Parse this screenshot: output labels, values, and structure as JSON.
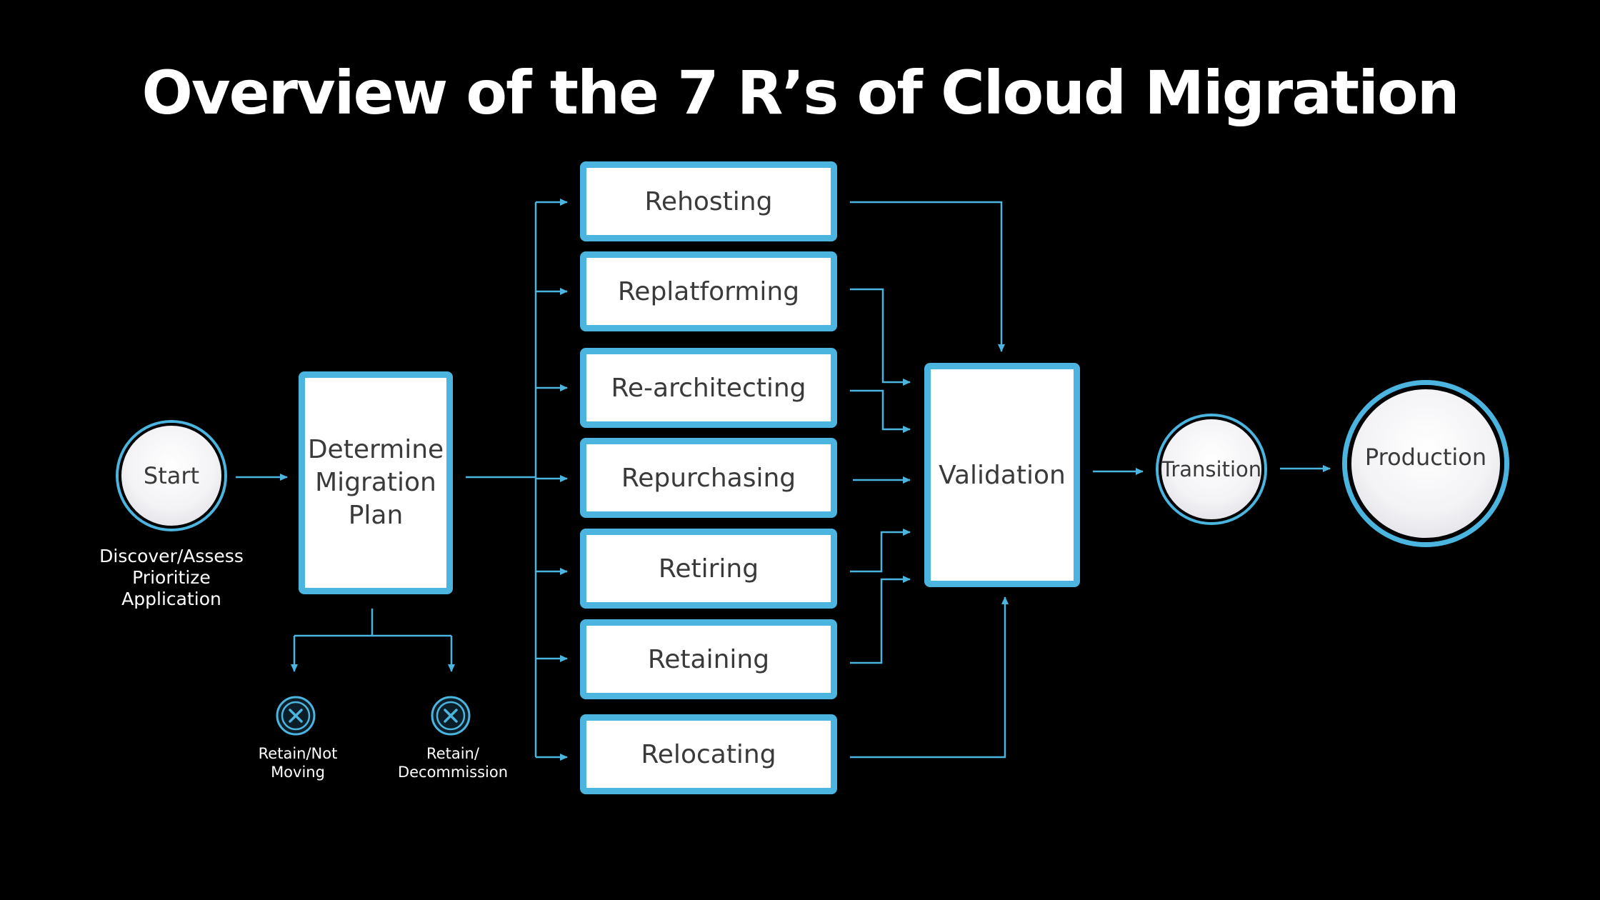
{
  "title": "Overview of the 7 R’s of Cloud Migration",
  "start": {
    "label": "Start",
    "note": [
      "Discover/Assess",
      "Prioritize",
      "Application"
    ]
  },
  "plan": {
    "lines": [
      "Determine",
      "Migration",
      "Plan"
    ]
  },
  "strategies": [
    "Rehosting",
    "Replatforming",
    "Re-architecting",
    "Repurchasing",
    "Retiring",
    "Retaining",
    "Relocating"
  ],
  "outcomes": [
    {
      "lines": [
        "Retain/Not",
        "Moving"
      ],
      "icon": "x-circle-icon"
    },
    {
      "lines": [
        "Retain/",
        "Decommission"
      ],
      "icon": "x-circle-icon"
    }
  ],
  "validation": "Validation",
  "transition": "Transition",
  "production": "Production",
  "colors": {
    "background": "#000000",
    "accent": "#4bb4df",
    "box": "#ffffff",
    "text": "#3a3a3a"
  }
}
